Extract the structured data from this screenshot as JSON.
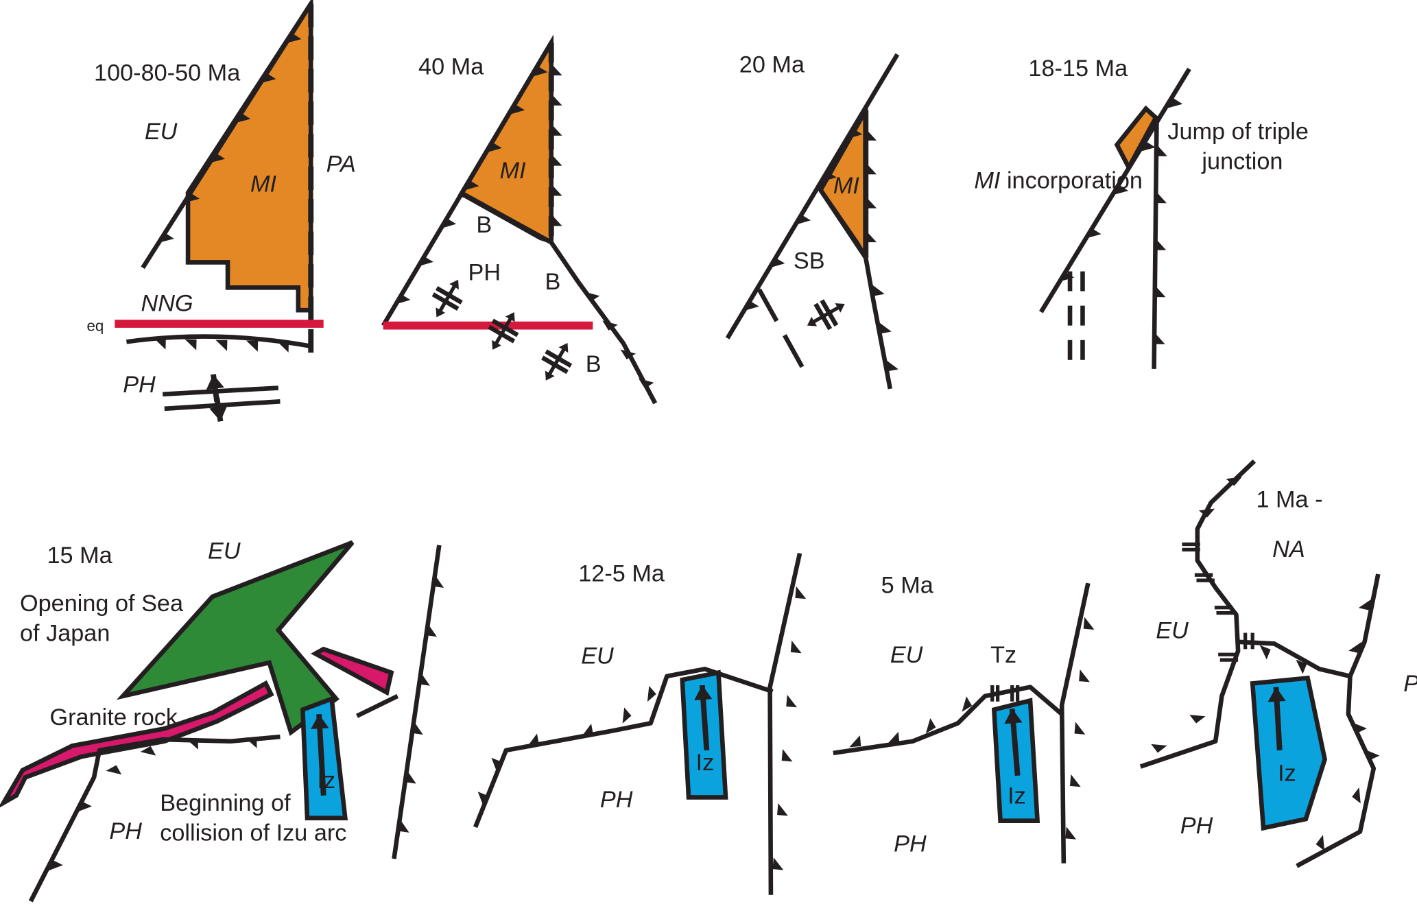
{
  "colors": {
    "line": "#231f20",
    "mi_block": "#e38825",
    "equator": "#d6183c",
    "sea_of_japan": "#2f8a38",
    "granite": "#d8186b",
    "izu": "#0aa3de"
  },
  "panels": [
    {
      "label": "100-80-50 Ma",
      "plates": [
        "EU",
        "MI",
        "PA",
        "NNG",
        "PH"
      ],
      "equator_label": "eq"
    },
    {
      "label": "40 Ma",
      "plates": [
        "MI",
        "B",
        "PH",
        "B",
        "B"
      ]
    },
    {
      "label": "20 Ma",
      "plates": [
        "MI",
        "SB"
      ]
    },
    {
      "label": "18-15 Ma",
      "notes": {
        "incorporation_italic": "MI",
        "incorporation_rest": " incorporation",
        "jump_line1": "Jump of triple",
        "jump_line2": "junction"
      }
    },
    {
      "label": "15 Ma",
      "plates": [
        "EU",
        "PH",
        "Iz"
      ],
      "notes": {
        "opening_line1": "Opening of Sea",
        "opening_line2": "of Japan",
        "granite": "Granite rock",
        "collision_line1": "Beginning of",
        "collision_line2": "collision of Izu arc"
      }
    },
    {
      "label": "12-5 Ma",
      "plates": [
        "EU",
        "PH",
        "Iz"
      ]
    },
    {
      "label": "5 Ma",
      "plates": [
        "EU",
        "Tz",
        "Iz",
        "PH"
      ]
    },
    {
      "label": "1 Ma -",
      "plates": [
        "NA",
        "EU",
        "Iz",
        "PH",
        "P"
      ]
    }
  ]
}
